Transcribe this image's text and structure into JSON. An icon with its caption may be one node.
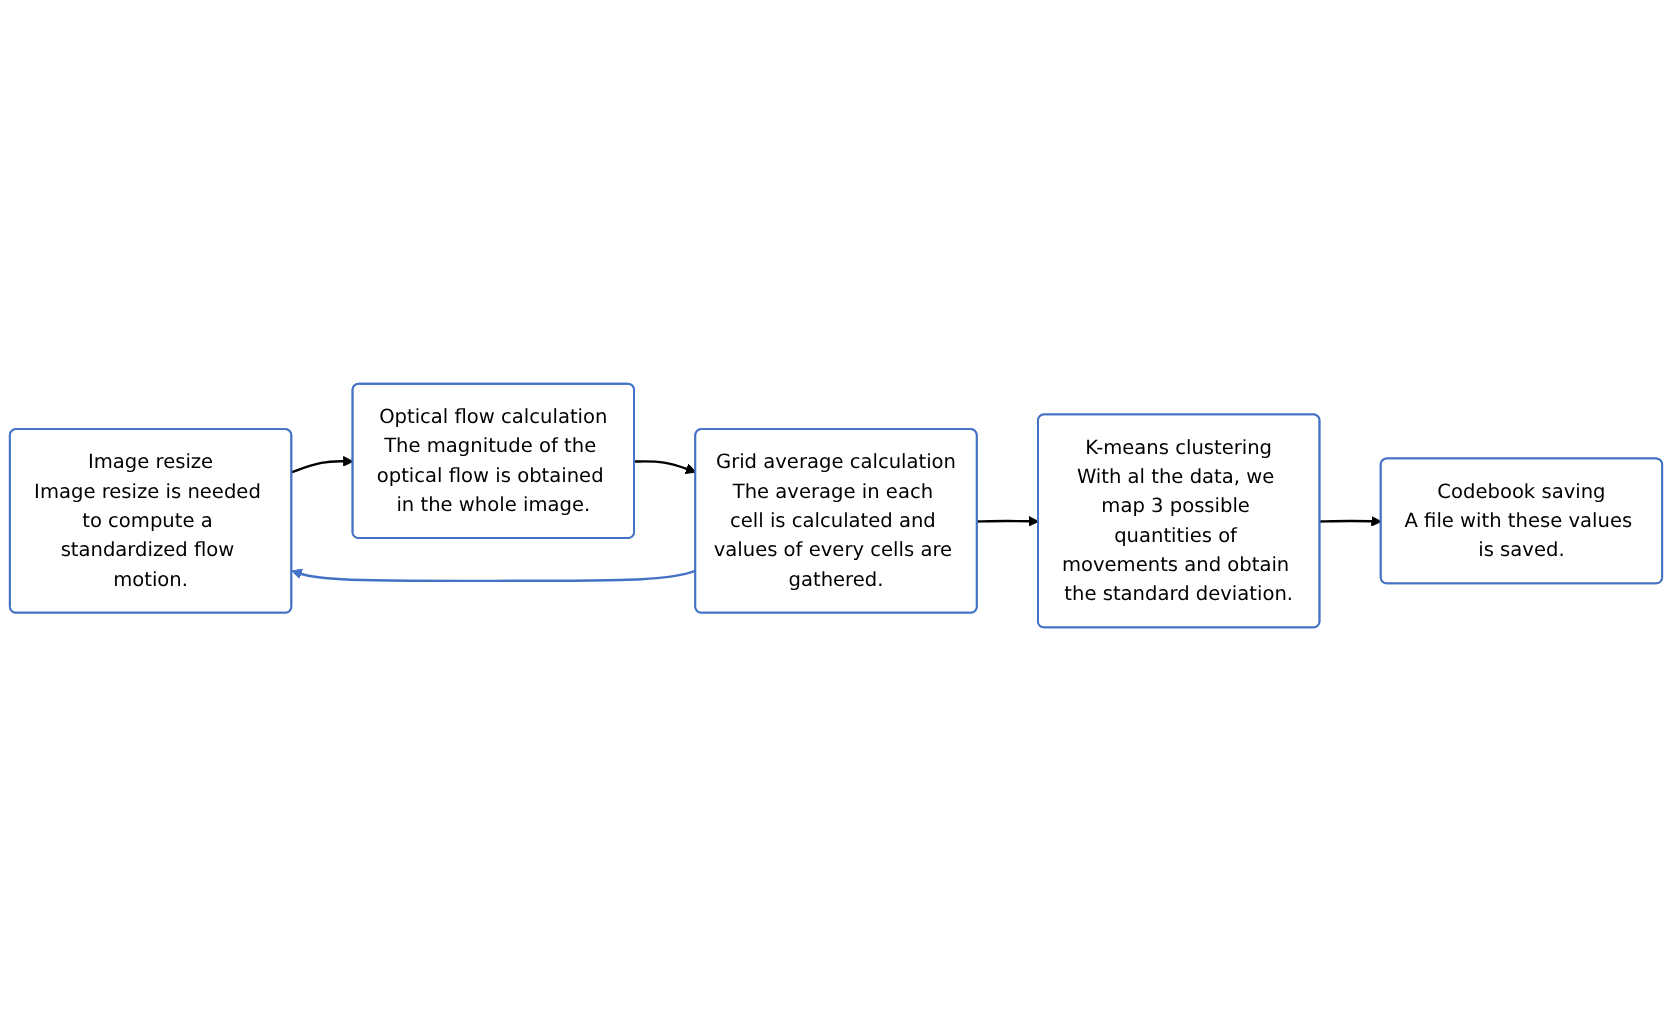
{
  "diagram": {
    "nodes": [
      {
        "text": [
          "Image resize",
          "Image resize is needed to compute a standardized flow motion."
        ]
      },
      {
        "text": [
          "Optical flow calculation",
          "The magnitude of the optical flow is obtained in the whole image."
        ]
      },
      {
        "text": [
          "Grid average calculation",
          "The average in each cell is calculated and values of every cells are gathered."
        ]
      },
      {
        "text": [
          "K-means clustering",
          "With al the data, we map 3 possible quantities of movements and obtain the standard deviation."
        ]
      },
      {
        "text": [
          "Codebook saving",
          "A file with these values is saved."
        ]
      }
    ],
    "edges": [
      {
        "from": 0,
        "to": 1,
        "arrow": "to"
      },
      {
        "from": 1,
        "to": 2,
        "arrow": "to"
      },
      {
        "from": 2,
        "to": 0,
        "arrow": "to",
        "color": "#4472c4"
      },
      {
        "from": 2,
        "to": 3,
        "arrow": "to"
      },
      {
        "from": 3,
        "to": 4,
        "arrow": "to"
      }
    ]
  }
}
